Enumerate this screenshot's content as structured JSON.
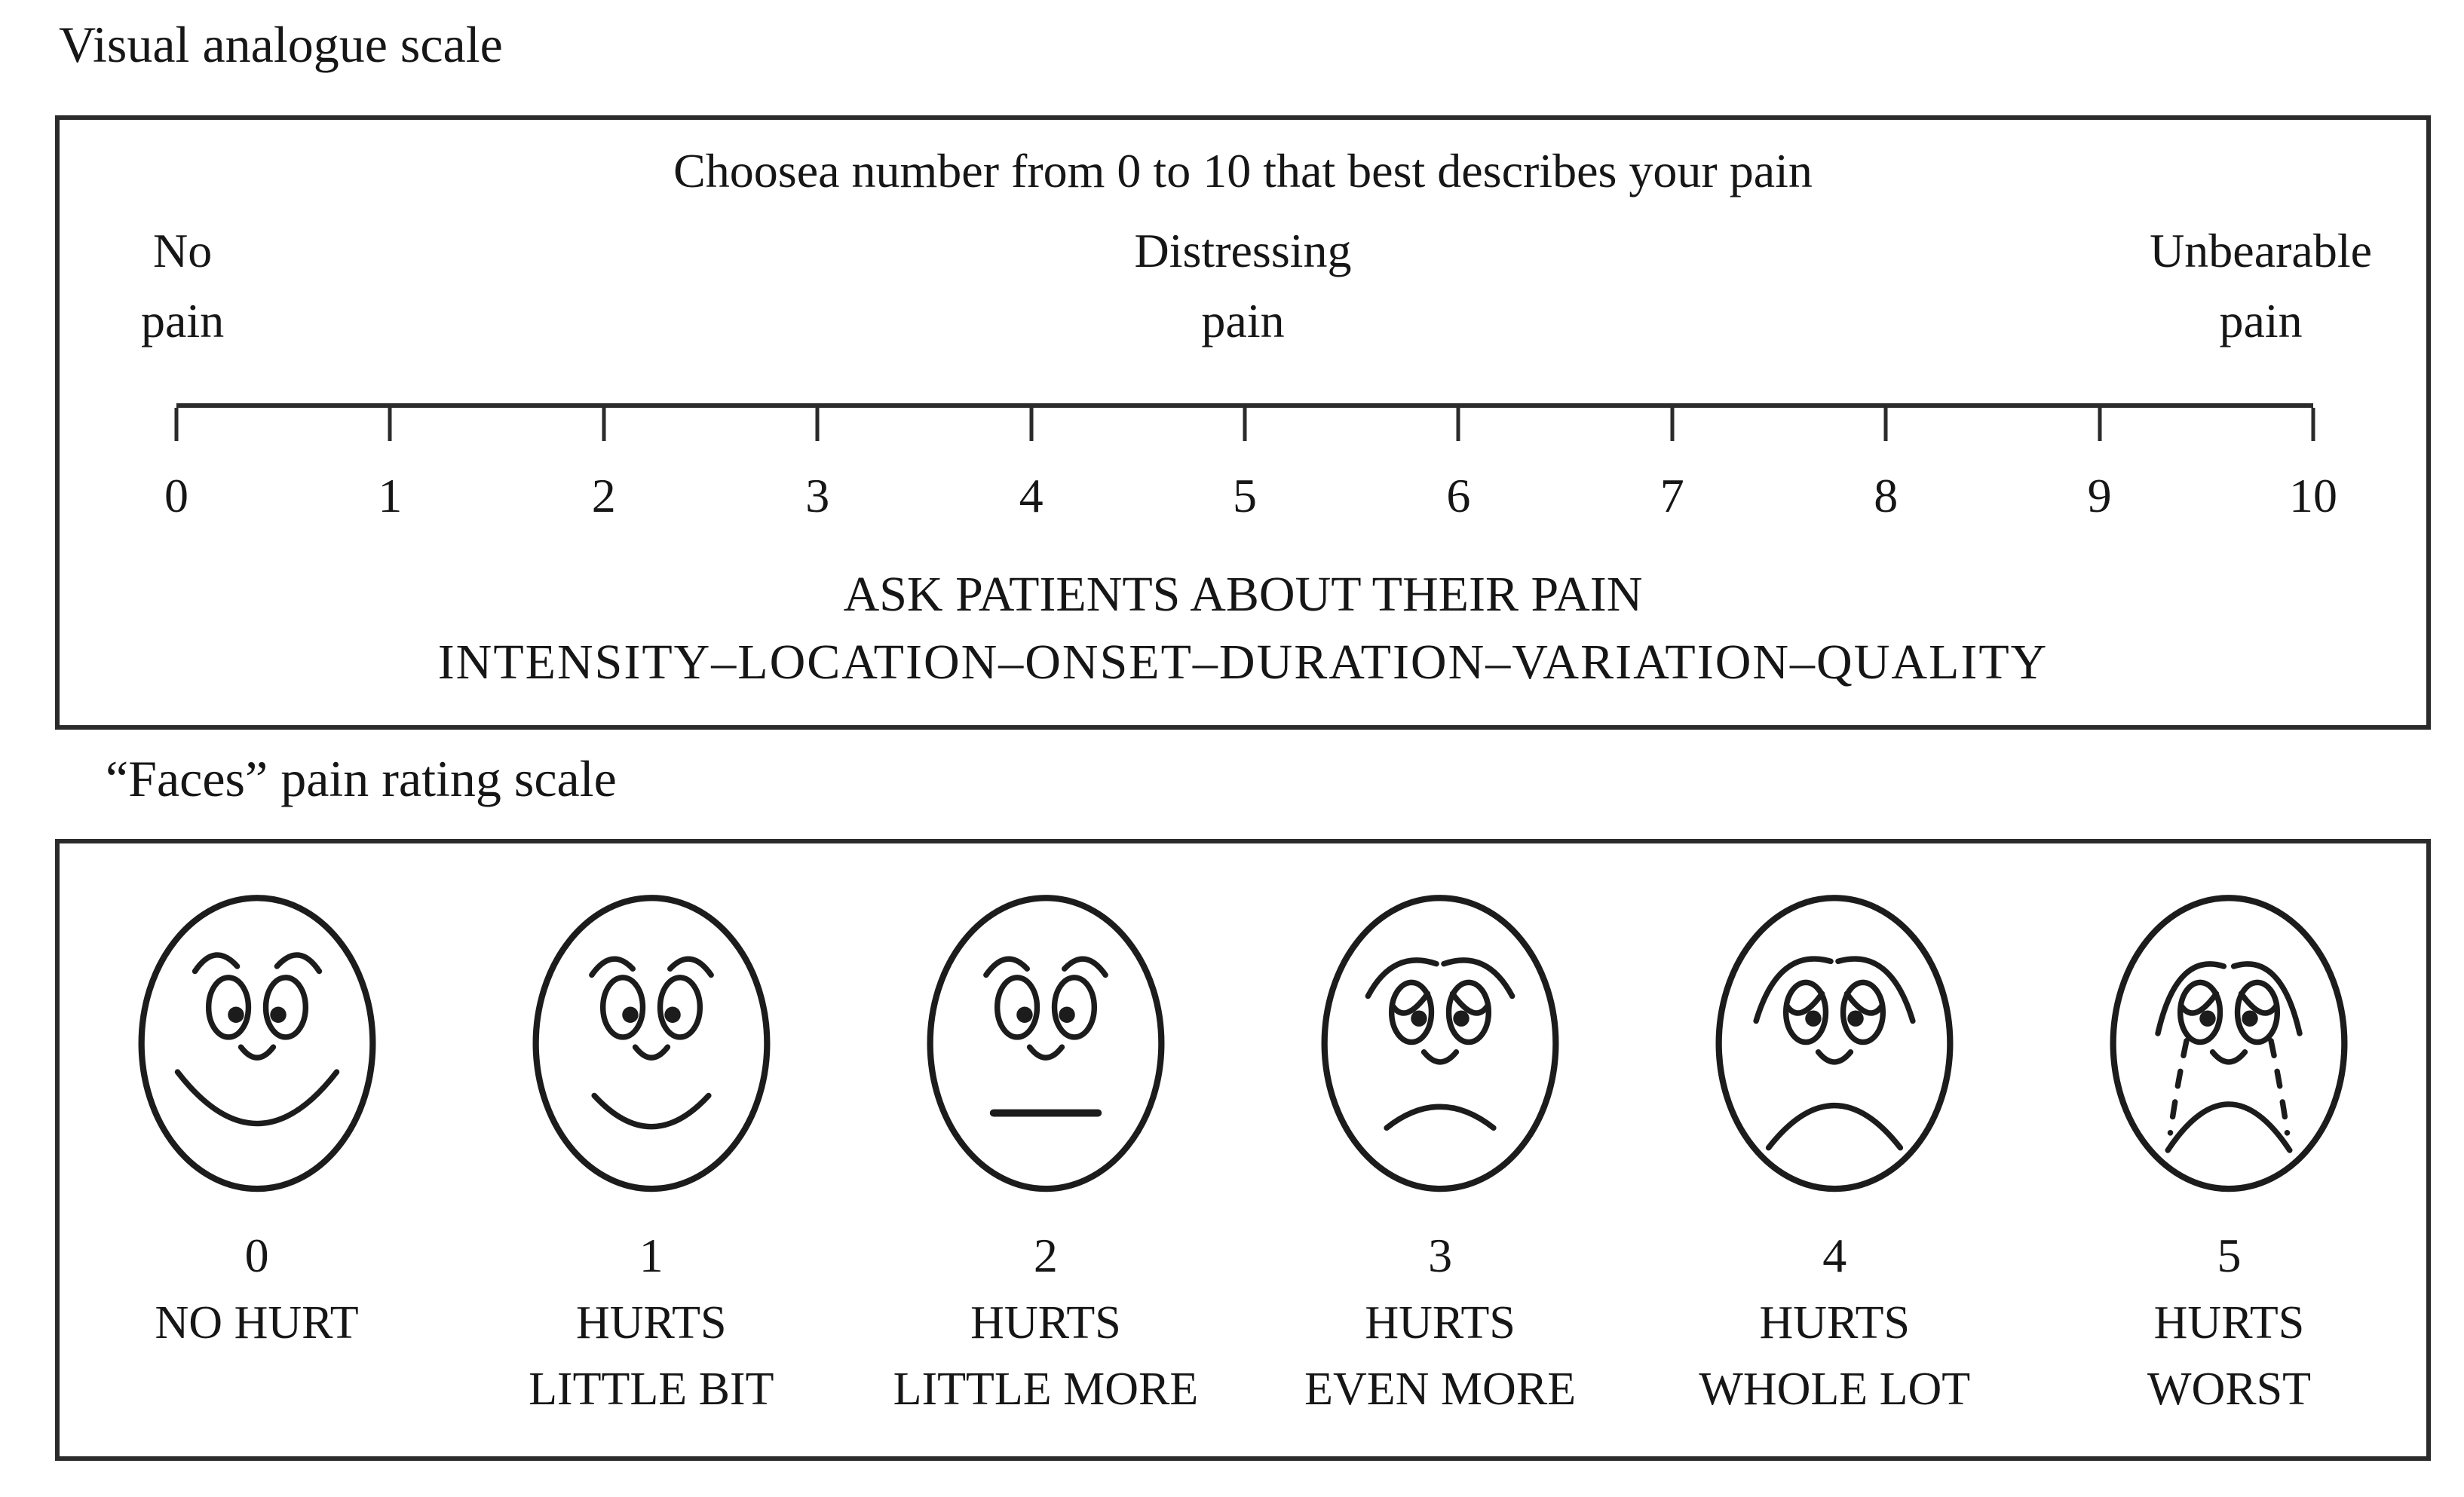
{
  "vas": {
    "title": "Visual analogue scale",
    "instruction": "Choosea number from 0 to 10 that best describes your pain",
    "anchors": {
      "left": [
        "No",
        "pain"
      ],
      "center": [
        "Distressing",
        "pain"
      ],
      "right": [
        "Unbearable",
        "pain"
      ]
    },
    "scale_numbers": [
      "0",
      "1",
      "2",
      "3",
      "4",
      "5",
      "6",
      "7",
      "8",
      "9",
      "10"
    ],
    "scale_min": 0,
    "scale_max": 10,
    "footer_line1": "ASK PATIENTS ABOUT THEIR PAIN",
    "footer_line2": "INTENSITY–LOCATION–ONSET–DURATION–VARIATION–QUALITY"
  },
  "faces": {
    "title": "“Faces” pain rating scale",
    "items": [
      {
        "number": "0",
        "label_line1": "NO HURT",
        "label_line2": "",
        "expression": "big-smile"
      },
      {
        "number": "1",
        "label_line1": "HURTS",
        "label_line2": "LITTLE BIT",
        "expression": "smile"
      },
      {
        "number": "2",
        "label_line1": "HURTS",
        "label_line2": "LITTLE MORE",
        "expression": "neutral"
      },
      {
        "number": "3",
        "label_line1": "HURTS",
        "label_line2": "EVEN MORE",
        "expression": "slight-frown"
      },
      {
        "number": "4",
        "label_line1": "HURTS",
        "label_line2": "WHOLE LOT",
        "expression": "frown"
      },
      {
        "number": "5",
        "label_line1": "HURTS",
        "label_line2": "WORST",
        "expression": "crying"
      }
    ]
  },
  "colors": {
    "ink": "#1c1c1c",
    "border": "#2b2b2b",
    "background": "#ffffff"
  }
}
